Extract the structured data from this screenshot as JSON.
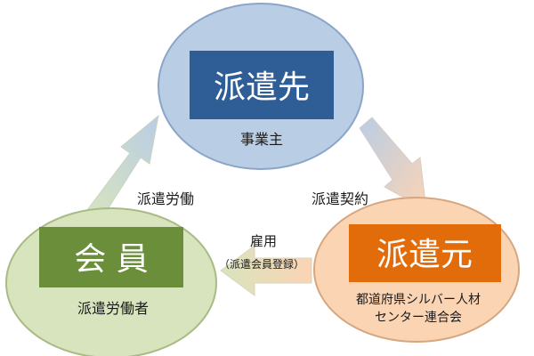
{
  "nodes": {
    "client": {
      "title": "派遣先",
      "subtitle": "事業主",
      "fill": "#b9cde5",
      "stroke": "#8aa5c8",
      "box": "#2f5d95"
    },
    "member": {
      "title": "会 員",
      "subtitle": "派遣労働者",
      "fill": "#d8e4bd",
      "stroke": "#a8bb85",
      "box": "#6b8e3a"
    },
    "dispatcher": {
      "title": "派遣元",
      "subtitle_line1": "都道府県シルバー人材",
      "subtitle_line2": "センター連合会",
      "fill": "#fbd4b4",
      "stroke": "#d6a67e",
      "box": "#e36c0a"
    }
  },
  "edges": {
    "member_to_client": {
      "label": "派遣労働"
    },
    "client_to_dispatcher": {
      "label": "派遣契約"
    },
    "dispatcher_to_member": {
      "label": "雇用",
      "sublabel": "（派遣会員登録）"
    }
  }
}
